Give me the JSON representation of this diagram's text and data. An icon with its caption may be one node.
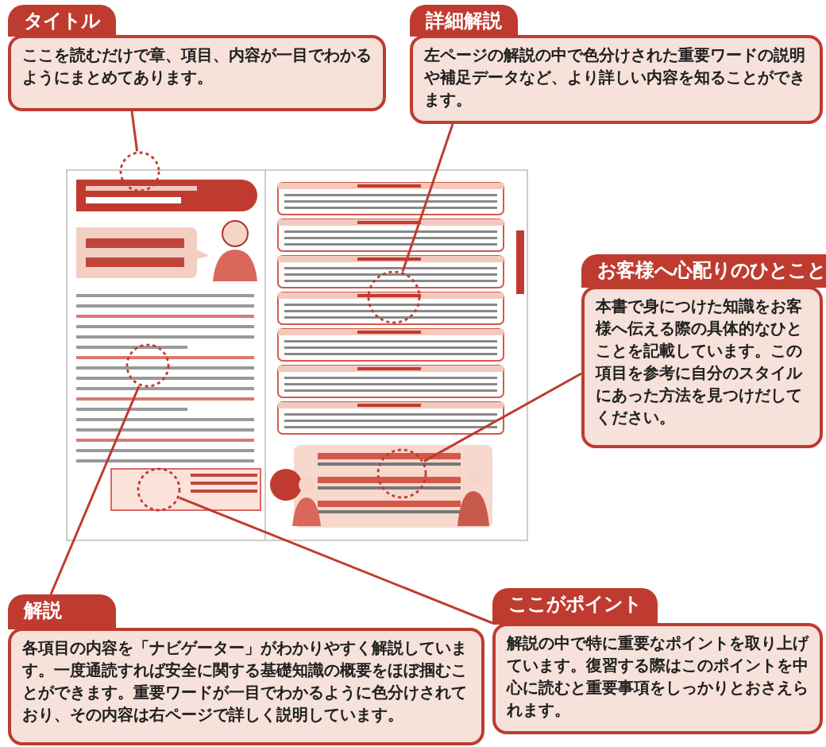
{
  "diagram": {
    "nodes": [
      {
        "text": [
          "タイトル",
          "ここを読むだけで章、項目、内容が一目でわかるようにまとめてあります。"
        ]
      },
      {
        "text": [
          "詳細解説",
          "左ページの解説の中で色分けされた重要ワードの説明や補足データなど、より詳しい内容を知ることができます。"
        ]
      },
      {
        "text": [],
        "shape": "picture"
      },
      {
        "text": [],
        "shape": "circle"
      },
      {
        "text": [],
        "shape": "circle",
        "in": 2
      },
      {
        "text": [],
        "shape": "circle",
        "in": 2
      },
      {
        "text": [],
        "shape": "circle"
      },
      {
        "text": [],
        "shape": "circle"
      },
      {
        "text": [
          "お客様へ心配りのひとこと",
          "本書で身につけた知識をお客様へ伝える際の具体的なひとことを記載しています。この項目を参考に自分のスタイルにあった方法を見つけだしてください。"
        ]
      },
      {
        "text": [
          "解説",
          "各項目の内容を「ナビゲーター」がわかりやすく解説しています。一度通読すれば安全に関する基礎知識の概要をほぼ掴むことができます。重要ワードが一目でわかるように色分けされており、その内容は右ページで詳しく説明しています。"
        ]
      },
      {
        "text": [
          "ここがポイント",
          "解説の中で特に重要なポイントを取り上げています。復習する際はこのポイントを中心に読むと重要事項をしっかりとおさえられます。"
        ]
      }
    ],
    "edges": [
      {
        "from": 0,
        "to": 3,
        "arrow": "none"
      },
      {
        "from": 1,
        "to": 4,
        "arrow": "none"
      },
      {
        "from": 8,
        "to": 5,
        "arrow": "none"
      },
      {
        "from": 9,
        "to": 6,
        "arrow": "none"
      },
      {
        "from": 10,
        "to": 7,
        "arrow": "none"
      }
    ]
  }
}
